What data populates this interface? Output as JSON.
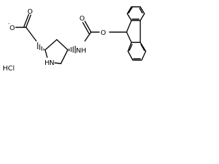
{
  "molecule": {
    "atom_labels": {
      "ketone_oxygen_top": "O",
      "carboxylate_oxygen_top": "O",
      "carboxylate_oxygen_anion": "O",
      "anion_charge": "-",
      "ester_oxygen": "O",
      "amide_nitrogen": "NH",
      "ring_nitrogen": "N",
      "ring_nitrogen_h": "H",
      "salt": "HCl"
    }
  }
}
